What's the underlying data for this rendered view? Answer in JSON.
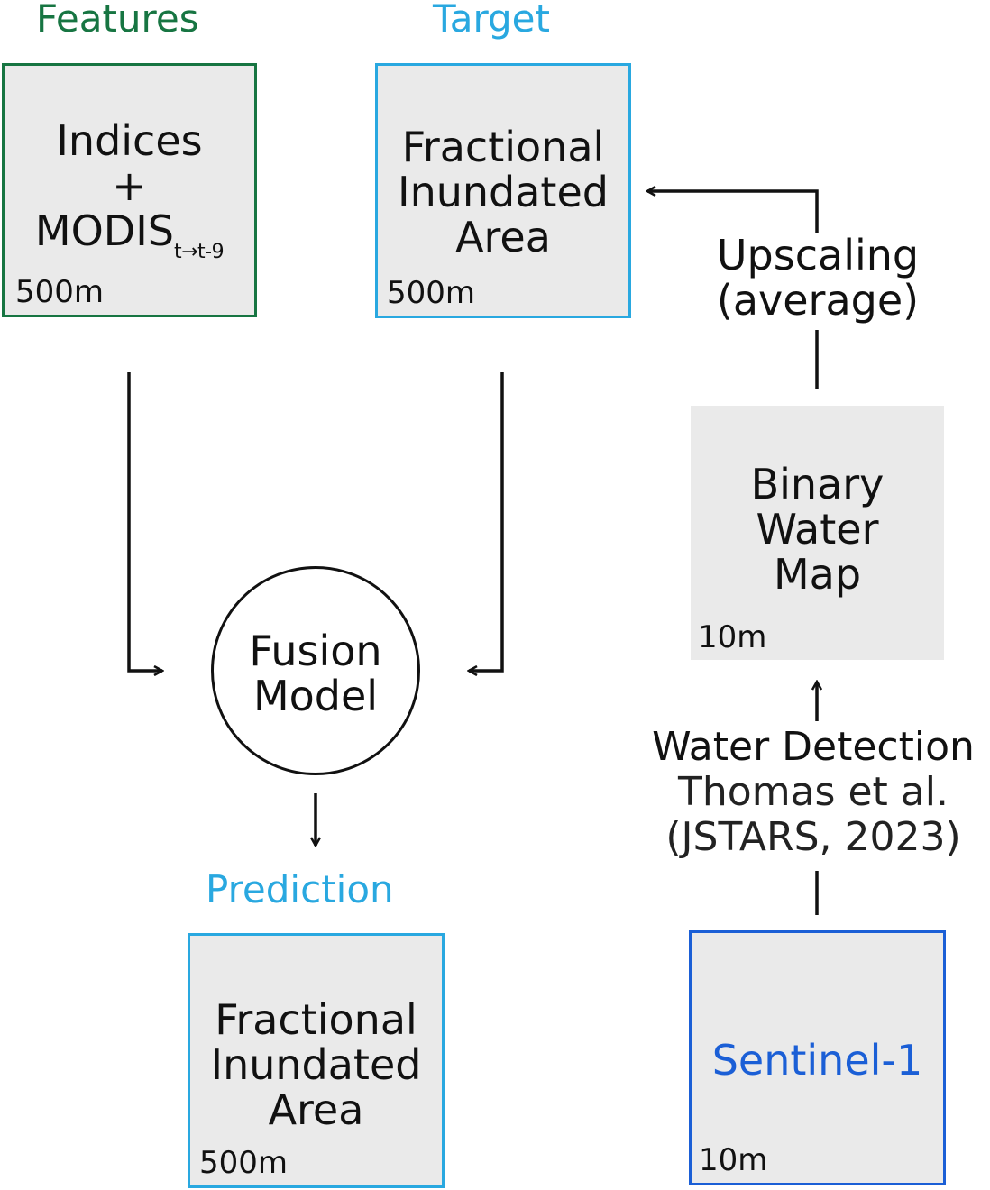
{
  "colors": {
    "features": "#177542",
    "target": "#29a8e0",
    "prediction": "#29a8e0",
    "sentinel": "#1b5fd6",
    "box_fill": "#eaeaea",
    "arrow": "#111111"
  },
  "features": {
    "heading": "Features",
    "line1": "Indices",
    "line2": "+",
    "modis": "MODIS",
    "modis_sub": "t→t-9",
    "resolution": "500m"
  },
  "target": {
    "heading": "Target",
    "lines": [
      "Fractional",
      "Inundated",
      "Area"
    ],
    "resolution": "500m"
  },
  "fusion": {
    "lines": [
      "Fusion",
      "Model"
    ]
  },
  "prediction": {
    "heading": "Prediction",
    "lines": [
      "Fractional",
      "Inundated",
      "Area"
    ],
    "resolution": "500m"
  },
  "binary_map": {
    "lines": [
      "Binary",
      "Water",
      "Map"
    ],
    "resolution": "10m"
  },
  "sentinel": {
    "label": "Sentinel-1",
    "resolution": "10m"
  },
  "upscaling": {
    "lines": [
      "Upscaling",
      "(average)"
    ]
  },
  "water_detection": {
    "title": "Water Detection",
    "citation_line1": "Thomas et al.",
    "citation_line2": "(JSTARS, 2023)"
  }
}
